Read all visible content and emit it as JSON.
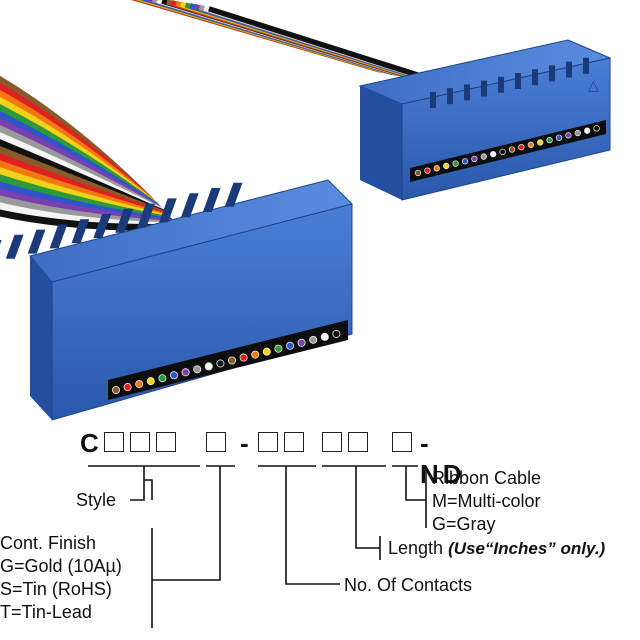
{
  "part_number": {
    "prefix": "C",
    "separator": "-",
    "suffix": "-ND"
  },
  "labels": {
    "style": "Style",
    "cont_finish_title": "Cont. Finish",
    "cont_finish_gold": "G=Gold (10Aµ)",
    "cont_finish_tin": "S=Tin (RoHS)",
    "cont_finish_tinlead": "T=Tin-Lead",
    "contacts": "No. Of Contacts",
    "length": "Length",
    "length_note": "(Use“Inches” only.)",
    "cable_title": "Ribbon Cable",
    "cable_multi": "M=Multi-color",
    "cable_gray": "G=Gray"
  },
  "colors": {
    "connector_blue": "#2f62b8",
    "connector_dark": "#1d438a",
    "connector_light": "#4d80d6",
    "ribbon": [
      "#8a5a2b",
      "#e02020",
      "#f07a10",
      "#f2d21b",
      "#2c9a3a",
      "#2f55c8",
      "#7b3fb0",
      "#9a9a9a",
      "#f4f4f4",
      "#111111"
    ]
  }
}
